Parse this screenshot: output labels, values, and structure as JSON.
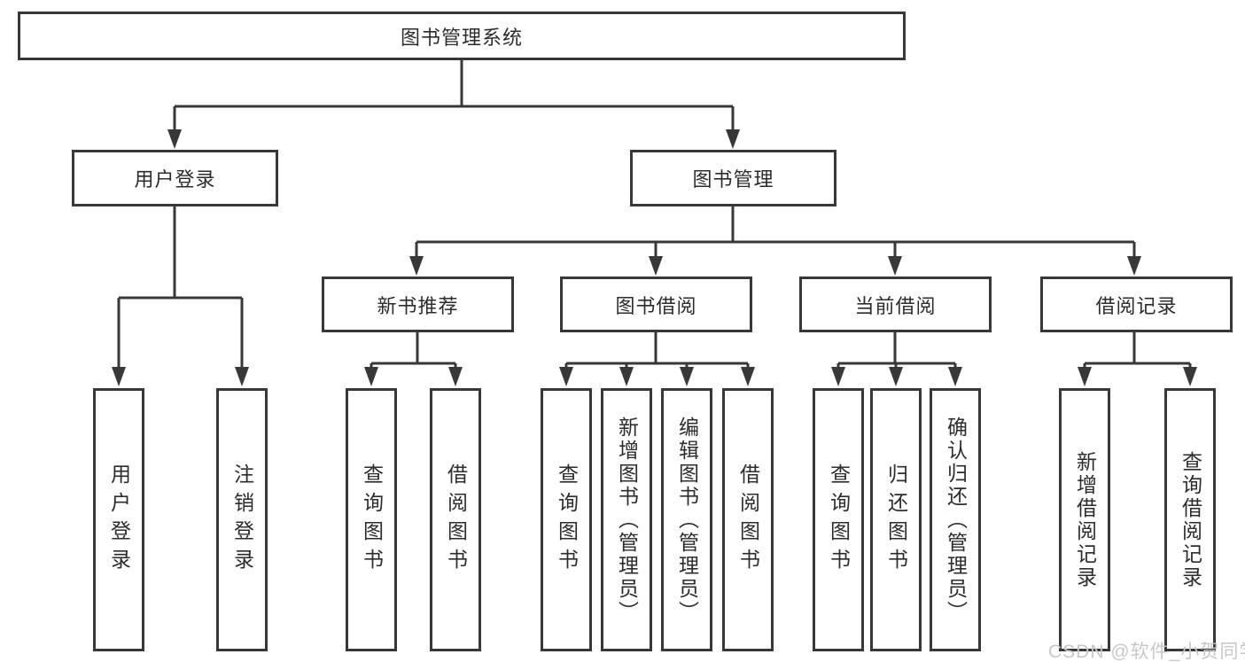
{
  "diagram": {
    "root": {
      "label": "图书管理系统"
    },
    "level2": {
      "user_login": {
        "label": "用户登录"
      },
      "book_mgmt": {
        "label": "图书管理"
      }
    },
    "level3": {
      "new_book_rec": {
        "label": "新书推荐"
      },
      "book_borrow": {
        "label": "图书借阅"
      },
      "current_borrow": {
        "label": "当前借阅"
      },
      "borrow_records": {
        "label": "借阅记录"
      }
    },
    "leaves": {
      "user_login": {
        "label": "用户登录"
      },
      "logout": {
        "label": "注销登录"
      },
      "query_books_rec": {
        "label": "查询图书"
      },
      "borrow_books_rec": {
        "label": "借阅图书"
      },
      "query_books_borrow": {
        "label": "查询图书"
      },
      "add_book_admin": {
        "label": "新增图书（管理员）"
      },
      "edit_book_admin": {
        "label": "编辑图书（管理员）"
      },
      "borrow_books_borrow": {
        "label": "借阅图书"
      },
      "query_books_current": {
        "label": "查询图书"
      },
      "return_book": {
        "label": "归还图书"
      },
      "confirm_return_admin": {
        "label": "确认归还（管理员）"
      },
      "add_borrow_record": {
        "label": "新增借阅记录"
      },
      "query_borrow_record": {
        "label": "查询借阅记录"
      }
    }
  },
  "watermark": {
    "text": "CSDN @软件_小贺同学"
  },
  "colors": {
    "line": "#383838",
    "box_border": "#383838",
    "text": "#2c2c2c",
    "background": "#ffffff",
    "watermark": "#c7c7c7"
  }
}
